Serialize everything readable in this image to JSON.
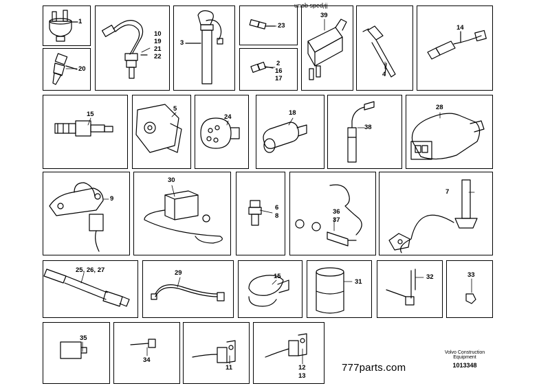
{
  "labels": {
    "p1": "1",
    "p10": "10",
    "p19": "19",
    "p21": "21",
    "p22": "22",
    "p3": "3",
    "p23": "23",
    "p2": "2",
    "p16": "16",
    "p17": "17",
    "p39": "39",
    "p4": "4",
    "p14": "14",
    "p20": "20",
    "p15": "15",
    "p5": "5",
    "p24": "24",
    "p18": "18",
    "p38": "38",
    "p28": "28",
    "p9": "9",
    "p30": "30",
    "p6": "6",
    "p8": "8",
    "p36": "36",
    "p37": "37",
    "p7": "7",
    "p25_26_27": "25, 26, 27",
    "p29": "29",
    "p15b": "15",
    "p31": "31",
    "p32": "32",
    "p33": "33",
    "p35": "35",
    "p34": "34",
    "p11": "11",
    "p12": "12",
    "p13": "13"
  },
  "footer": {
    "maker_line1": "Volvo Construction",
    "maker_line2": "Equipment",
    "doc_number": "1013348",
    "watermark": "777parts.com",
    "top_code": "ḷḷ/pəds qoun"
  }
}
